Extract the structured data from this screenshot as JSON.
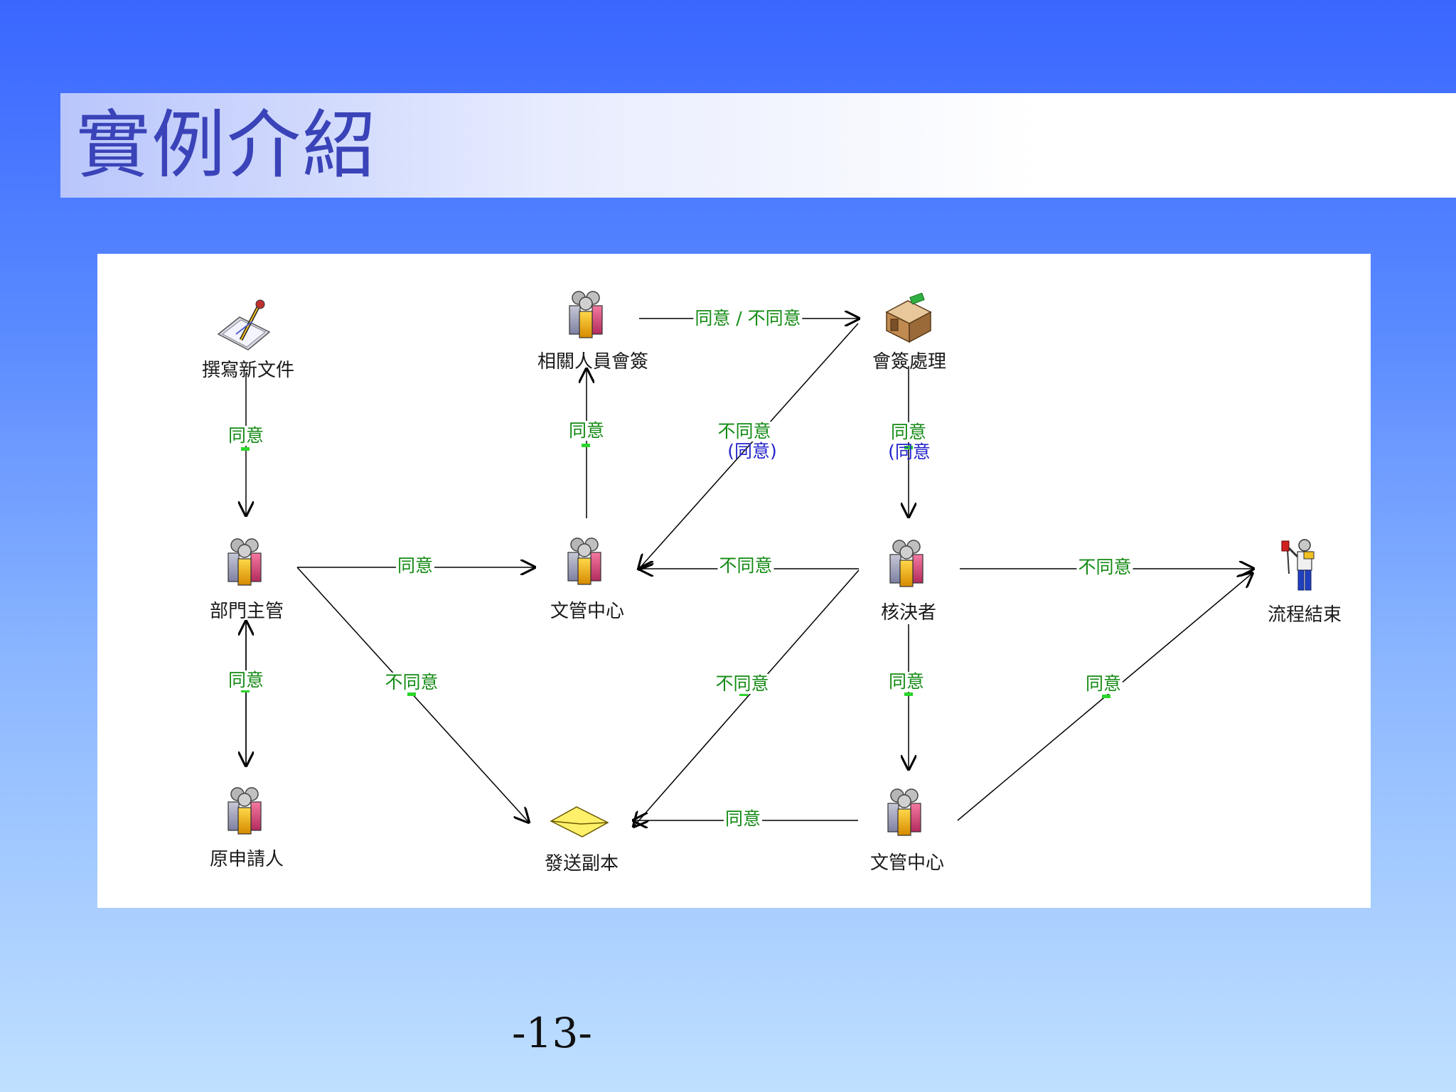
{
  "slide": {
    "title": "實例介紹",
    "page_number": "-13-",
    "colors": {
      "title_text": "#3a43b8",
      "edge_label": "#138a13",
      "edge_sublabel": "#2222cc",
      "background_top": "#3a66ff",
      "background_bottom": "#bfe0ff"
    }
  },
  "diagram": {
    "nodes": {
      "compose": {
        "label": "撰寫新文件",
        "icon": "document-pen-icon"
      },
      "co_sign": {
        "label": "相關人員會簽",
        "icon": "people-group-icon"
      },
      "co_sign_process": {
        "label": "會簽處理",
        "icon": "desk-icon"
      },
      "dept_head": {
        "label": "部門主管",
        "icon": "people-group-icon"
      },
      "doc_center_1": {
        "label": "文管中心",
        "icon": "people-group-icon"
      },
      "approver": {
        "label": "核決者",
        "icon": "people-group-icon"
      },
      "end": {
        "label": "流程結束",
        "icon": "person-flag-icon"
      },
      "applicant": {
        "label": "原申請人",
        "icon": "people-group-icon"
      },
      "send_copy": {
        "label": "發送副本",
        "icon": "envelope-icon"
      },
      "doc_center_2": {
        "label": "文管中心",
        "icon": "people-group-icon"
      }
    },
    "edges": {
      "e1": {
        "label": "同意"
      },
      "e2": {
        "label": "同意 / 不同意"
      },
      "e3": {
        "label": "不同意",
        "sublabel": "(同意)"
      },
      "e4": {
        "label": "同意",
        "sublabel": "(同意"
      },
      "e5": {
        "label": "同意"
      },
      "e6": {
        "label": "同意"
      },
      "e7": {
        "label": "不同意"
      },
      "e8": {
        "label": "不同意"
      },
      "e9": {
        "label": "同意"
      },
      "e10": {
        "label": "不同意"
      },
      "e11": {
        "label": "不同意"
      },
      "e12": {
        "label": "同意"
      },
      "e13": {
        "label": "同意"
      },
      "e14": {
        "label": "同意"
      }
    }
  }
}
